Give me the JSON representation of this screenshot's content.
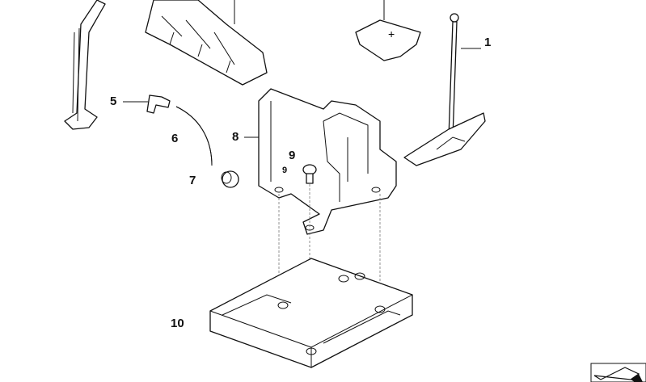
{
  "diagram": {
    "callouts": [
      {
        "id": "1",
        "label": "1"
      },
      {
        "id": "5",
        "label": "5"
      },
      {
        "id": "6",
        "label": "6"
      },
      {
        "id": "7",
        "label": "7"
      },
      {
        "id": "8",
        "label": "8"
      },
      {
        "id": "9",
        "label": "9"
      },
      {
        "id": "9b",
        "label": "9"
      },
      {
        "id": "10",
        "label": "10"
      }
    ],
    "icons": {
      "corner": "sheet-nav-icon",
      "plus": "+"
    }
  }
}
